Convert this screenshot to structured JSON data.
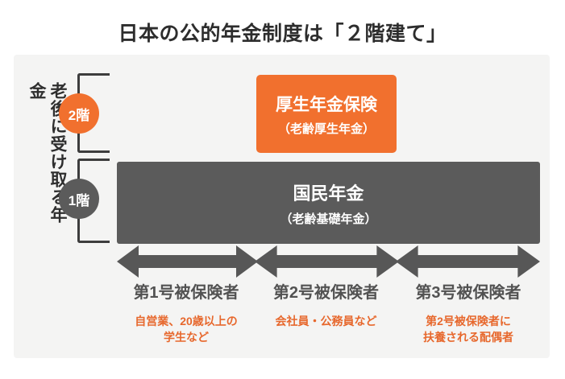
{
  "title": "日本の公的年金制度は「２階建て」",
  "side_label": "老後に受け取る年金",
  "floors": {
    "floor2": {
      "badge": "2階",
      "box_title": "厚生年金保険",
      "box_subtitle": "（老齢厚生年金）"
    },
    "floor1": {
      "badge": "1階",
      "box_title": "国民年金",
      "box_subtitle": "（老齢基礎年金）"
    }
  },
  "categories": [
    {
      "label": "第1号被保険者",
      "desc_lines": [
        "自営業、20歳以上の",
        "学生など"
      ]
    },
    {
      "label": "第2号被保険者",
      "desc_lines": [
        "会社員・公務員など"
      ]
    },
    {
      "label": "第3号被保険者",
      "desc_lines": [
        "第2号被保険者に",
        "扶養される配偶者"
      ]
    }
  ],
  "colors": {
    "accent_orange": "#f1702e",
    "dark_gray": "#5b5b5b",
    "arrow_gray": "#575757",
    "bracket_gray": "#3d3d3d",
    "panel_bg": "#f4f4f3",
    "text_orange": "#e7682d",
    "text_dark": "#2d2d2d"
  }
}
